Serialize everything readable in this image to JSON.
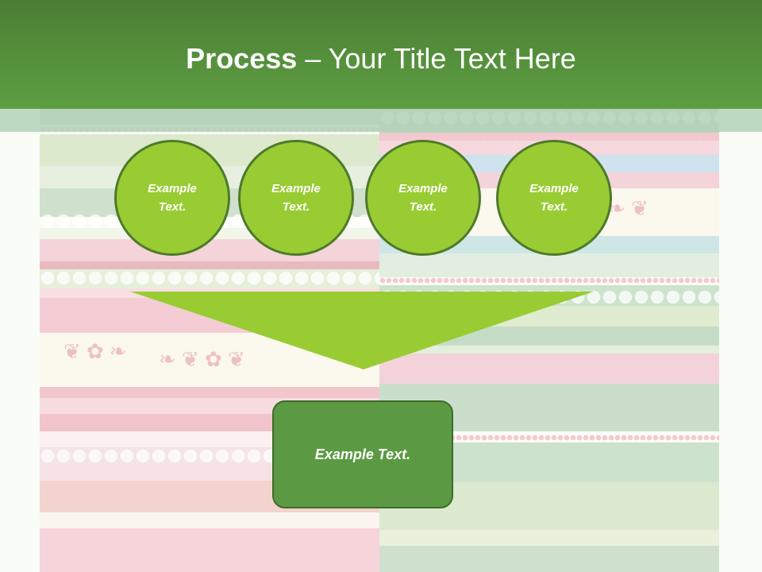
{
  "title": {
    "bold_part": "Process",
    "rest_part": " – Your Title Text Here"
  },
  "circles": [
    {
      "label": "Example\nText."
    },
    {
      "label": "Example\nText."
    },
    {
      "label": "Example\nText."
    },
    {
      "label": "Example\nText."
    }
  ],
  "result": {
    "label": "Example Text."
  },
  "colors": {
    "title_bar": "#5e9e43",
    "circle_fill": "#99cc33",
    "circle_border": "#4d7a2a",
    "funnel": "#99cc33",
    "result_fill": "#5b9a43"
  }
}
